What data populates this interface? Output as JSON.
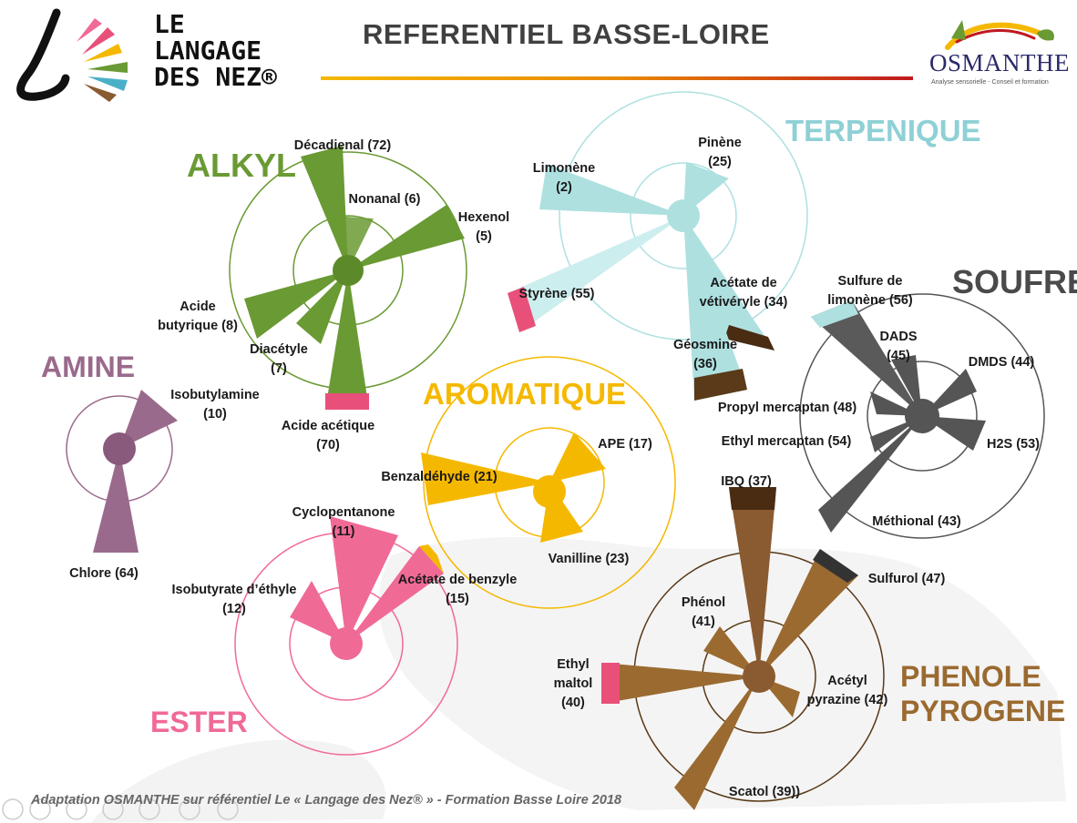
{
  "header": {
    "title": "REFERENTIEL BASSE-LOIRE",
    "logo_left": {
      "lines": [
        "LE",
        "LANGAGE",
        "DES NEZ®"
      ]
    },
    "logo_right": {
      "name": "OSMANTHE",
      "subtitle": "Analyse sensorielle - Conseil et formation"
    }
  },
  "footer": {
    "text": "Adaptation OSMANTHE sur référentiel Le « Langage des Nez® » - Formation Basse Loire 2018"
  },
  "colors": {
    "alkyl": "#6a9a33",
    "terpenique": "#aee0e0",
    "soufre": "#555555",
    "amine": "#9a6a8c",
    "aromatique": "#f5b800",
    "ester": "#f06a96",
    "phenole": "#8a5a30",
    "tip_red": "#e8507a",
    "tip_dark": "#4a2c12"
  },
  "families": [
    {
      "id": "alkyl",
      "name": "ALKYL",
      "color": "#6a9a33",
      "substances": [
        {
          "lines": [
            "Décadienal (72)"
          ]
        },
        {
          "lines": [
            "Nonanal (6)"
          ]
        },
        {
          "lines": [
            "Hexenol",
            "(5)"
          ]
        },
        {
          "lines": [
            "Acide",
            "butyrique (8)"
          ]
        },
        {
          "lines": [
            "Diacétyle",
            "(7)"
          ]
        },
        {
          "lines": [
            "Acide acétique",
            "(70)"
          ]
        }
      ]
    },
    {
      "id": "terpenique",
      "name": "TERPENIQUE",
      "color": "#8ed0d6",
      "substances": [
        {
          "lines": [
            "Limonène",
            "(2)"
          ]
        },
        {
          "lines": [
            "Pinène",
            "(25)"
          ]
        },
        {
          "lines": [
            "Styrène (55)"
          ]
        },
        {
          "lines": [
            "Acétate de",
            "vétivéryle (34)"
          ]
        },
        {
          "lines": [
            "Géosmine",
            "(36)"
          ]
        }
      ]
    },
    {
      "id": "soufre",
      "name": "SOUFRE",
      "color": "#4a4a4a",
      "substances": [
        {
          "lines": [
            "Sulfure de",
            "limonène (56)"
          ]
        },
        {
          "lines": [
            "DADS",
            "(45)"
          ]
        },
        {
          "lines": [
            "DMDS (44)"
          ]
        },
        {
          "lines": [
            "Propyl mercaptan (48)"
          ]
        },
        {
          "lines": [
            "Ethyl mercaptan (54)"
          ]
        },
        {
          "lines": [
            "H2S (53)"
          ]
        },
        {
          "lines": [
            "Méthional (43)"
          ]
        }
      ]
    },
    {
      "id": "amine",
      "name": "AMINE",
      "color": "#9a6a8c",
      "substances": [
        {
          "lines": [
            "Isobutylamine",
            "(10)"
          ]
        },
        {
          "lines": [
            "Chlore (64)"
          ]
        }
      ]
    },
    {
      "id": "aromatique",
      "name": "AROMATIQUE",
      "color": "#f5b800",
      "substances": [
        {
          "lines": [
            "APE (17)"
          ]
        },
        {
          "lines": [
            "Benzaldéhyde (21)"
          ]
        },
        {
          "lines": [
            "Vanilline (23)"
          ]
        }
      ]
    },
    {
      "id": "ester",
      "name": "ESTER",
      "color": "#f06a96",
      "substances": [
        {
          "lines": [
            "Cyclopentanone",
            "(11)"
          ]
        },
        {
          "lines": [
            "Isobutyrate d’éthyle",
            "(12)"
          ]
        },
        {
          "lines": [
            "Acétate de benzyle",
            "(15)"
          ]
        }
      ]
    },
    {
      "id": "phenole",
      "name": "PHENOLE PYROGENE",
      "name_lines": [
        "PHENOLE",
        "PYROGENE"
      ],
      "color": "#9a6a30",
      "substances": [
        {
          "lines": [
            "IBQ (37)"
          ]
        },
        {
          "lines": [
            "Sulfurol (47)"
          ]
        },
        {
          "lines": [
            "Phénol",
            "(41)"
          ]
        },
        {
          "lines": [
            "Ethyl",
            "maltol",
            "(40)"
          ]
        },
        {
          "lines": [
            "Acétyl",
            "pyrazine (42)"
          ]
        },
        {
          "lines": [
            "Scatol (39))"
          ]
        }
      ]
    }
  ]
}
